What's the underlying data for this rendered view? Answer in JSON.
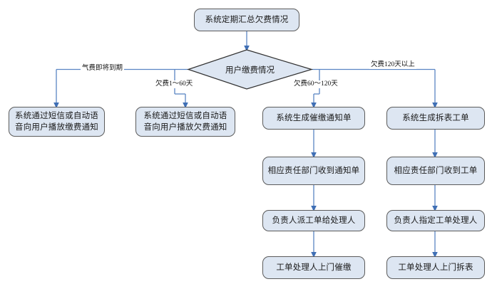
{
  "diagram": {
    "title_node": {
      "text": "系统定期汇总欠费情况"
    },
    "decision": {
      "text": "用户缴费情况"
    },
    "branch_labels": {
      "b1": "气费即将到期",
      "b2": "欠费1～60天",
      "b3": "欠费60～120天",
      "b4": "欠费120天以上"
    },
    "columns": [
      {
        "id": "col1",
        "nodes": [
          {
            "text": "系统通过短信或自动语音向用户播放缴费通知"
          }
        ]
      },
      {
        "id": "col2",
        "nodes": [
          {
            "text": "系统通过短信或自动语音向用户播放欠费通知"
          }
        ]
      },
      {
        "id": "col3",
        "nodes": [
          {
            "text": "系统生成催缴通知单"
          },
          {
            "text": "相应责任部门收到通知单"
          },
          {
            "text": "负责人派工单给处理人"
          },
          {
            "text": "工单处理人上门催缴"
          }
        ]
      },
      {
        "id": "col4",
        "nodes": [
          {
            "text": "系统生成拆表工单"
          },
          {
            "text": "相应责任部门收到工单"
          },
          {
            "text": "负责人指定工单处理人"
          },
          {
            "text": "工单处理人上门拆表"
          }
        ]
      }
    ],
    "colors": {
      "node_fill": "#dde6f2",
      "node_border": "#5b5b5b",
      "connector": "#5a85c4",
      "background": "#ffffff",
      "text": "#1a1a1a"
    }
  }
}
